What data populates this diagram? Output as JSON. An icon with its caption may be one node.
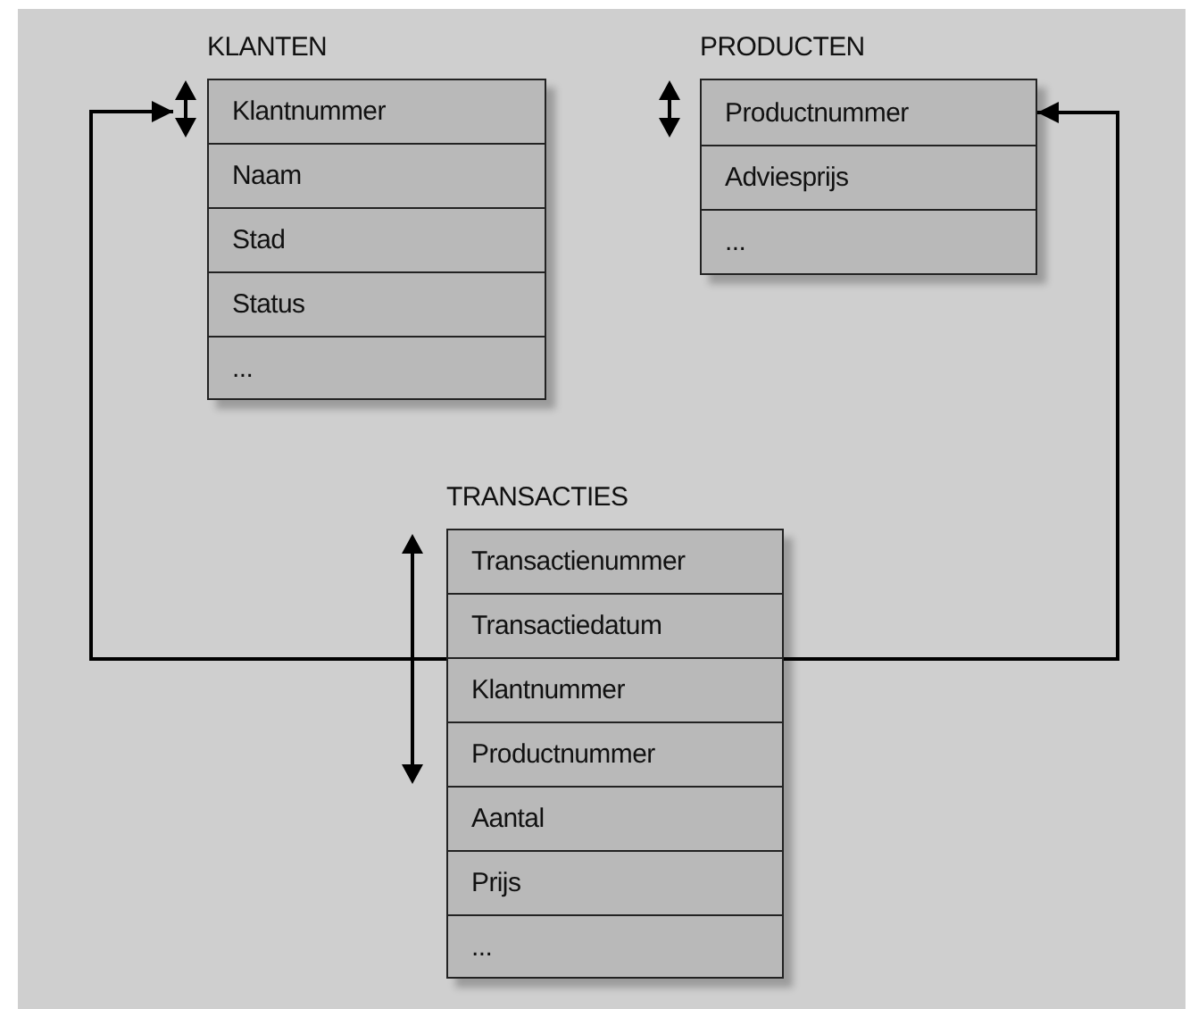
{
  "diagram": {
    "nodes": [
      {
        "text": [
          "KLANTEN"
        ]
      },
      {
        "text": [
          "Klantnummer"
        ],
        "in": 0
      },
      {
        "text": [
          "Naam"
        ],
        "in": 0
      },
      {
        "text": [
          "Stad"
        ],
        "in": 0
      },
      {
        "text": [
          "Status"
        ],
        "in": 0
      },
      {
        "text": [
          "..."
        ],
        "in": 0
      },
      {
        "text": [
          "PRODUCTEN"
        ]
      },
      {
        "text": [
          "Productnummer"
        ],
        "in": 6
      },
      {
        "text": [
          "Adviesprijs"
        ],
        "in": 6
      },
      {
        "text": [
          "..."
        ],
        "in": 6
      },
      {
        "text": [
          "TRANSACTIES"
        ]
      },
      {
        "text": [
          "Transactienummer"
        ],
        "in": 10
      },
      {
        "text": [
          "Transactiedatum"
        ],
        "in": 10
      },
      {
        "text": [
          "Klantnummer"
        ],
        "in": 10
      },
      {
        "text": [
          "Productnummer"
        ],
        "in": 10
      },
      {
        "text": [
          "Aantal"
        ],
        "in": 10
      },
      {
        "text": [
          "Prijs"
        ],
        "in": 10
      },
      {
        "text": [
          "..."
        ],
        "in": 10
      }
    ],
    "edges": [
      {
        "from": 13,
        "to": 1,
        "arrow": "to"
      },
      {
        "from": 10,
        "to": 7,
        "arrow": "to"
      }
    ]
  }
}
